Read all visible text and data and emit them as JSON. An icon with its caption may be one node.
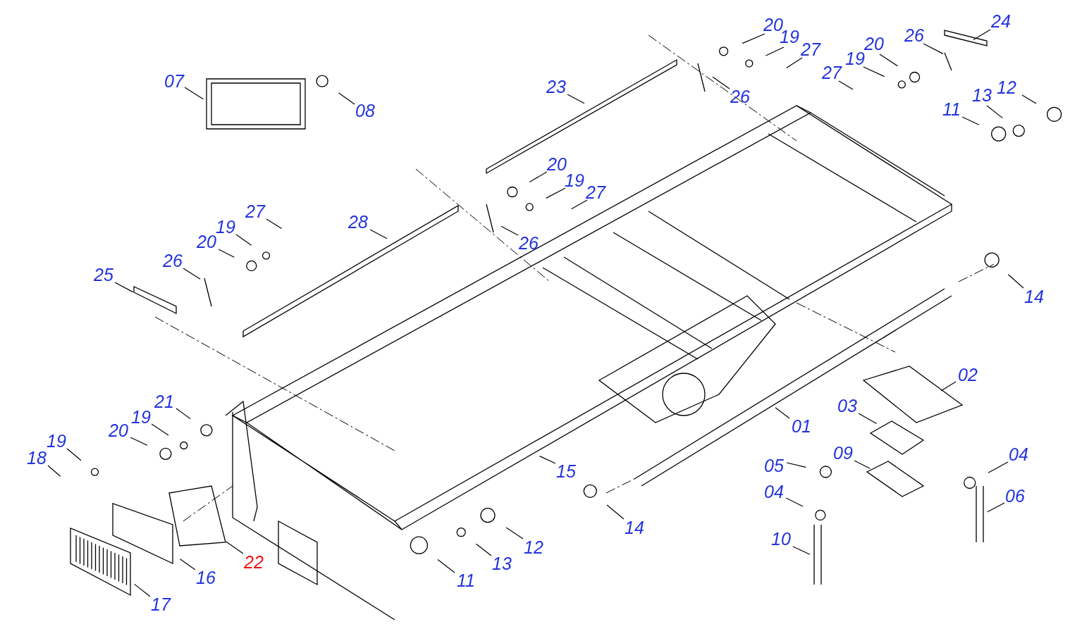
{
  "diagram": {
    "nodes": [
      {
        "text": [
          "20"
        ]
      },
      {
        "text": [
          "19"
        ]
      },
      {
        "text": [
          "27"
        ]
      },
      {
        "text": [
          "26"
        ]
      },
      {
        "text": [
          "20"
        ]
      },
      {
        "text": [
          "19"
        ]
      },
      {
        "text": [
          "27"
        ]
      },
      {
        "text": [
          "26"
        ]
      },
      {
        "text": [
          "24"
        ]
      },
      {
        "text": [
          "07"
        ]
      },
      {
        "text": [
          "08"
        ]
      },
      {
        "text": [
          "23"
        ]
      },
      {
        "text": [
          "11"
        ]
      },
      {
        "text": [
          "13"
        ]
      },
      {
        "text": [
          "12"
        ]
      },
      {
        "text": [
          "20"
        ]
      },
      {
        "text": [
          "19"
        ]
      },
      {
        "text": [
          "27"
        ]
      },
      {
        "text": [
          "26"
        ]
      },
      {
        "text": [
          "28"
        ]
      },
      {
        "text": [
          "27"
        ]
      },
      {
        "text": [
          "19"
        ]
      },
      {
        "text": [
          "20"
        ]
      },
      {
        "text": [
          "26"
        ]
      },
      {
        "text": [
          "25"
        ]
      },
      {
        "text": [
          "14"
        ]
      },
      {
        "text": [
          "02"
        ]
      },
      {
        "text": [
          "03"
        ]
      },
      {
        "text": [
          "01"
        ]
      },
      {
        "text": [
          "21"
        ]
      },
      {
        "text": [
          "19"
        ]
      },
      {
        "text": [
          "20"
        ]
      },
      {
        "text": [
          "19"
        ]
      },
      {
        "text": [
          "18"
        ]
      },
      {
        "text": [
          "09"
        ]
      },
      {
        "text": [
          "05"
        ]
      },
      {
        "text": [
          "04"
        ]
      },
      {
        "text": [
          "04"
        ]
      },
      {
        "text": [
          "06"
        ]
      },
      {
        "text": [
          "15"
        ]
      },
      {
        "text": [
          "14"
        ]
      },
      {
        "text": [
          "12"
        ]
      },
      {
        "text": [
          "13"
        ]
      },
      {
        "text": [
          "11"
        ]
      },
      {
        "text": [
          "10"
        ]
      },
      {
        "text": [
          "22"
        ]
      },
      {
        "text": [
          "16"
        ]
      },
      {
        "text": [
          "17"
        ]
      }
    ],
    "edges": [
      {
        "from": 0,
        "to": null,
        "arrow": "none"
      },
      {
        "from": 1,
        "to": null,
        "arrow": "none"
      },
      {
        "from": 2,
        "to": null,
        "arrow": "none"
      },
      {
        "from": 3,
        "to": null,
        "arrow": "none"
      },
      {
        "from": 4,
        "to": null,
        "arrow": "none"
      },
      {
        "from": 5,
        "to": null,
        "arrow": "none"
      },
      {
        "from": 6,
        "to": null,
        "arrow": "none"
      },
      {
        "from": 7,
        "to": null,
        "arrow": "none"
      },
      {
        "from": 8,
        "to": null,
        "arrow": "none"
      },
      {
        "from": 9,
        "to": null,
        "arrow": "none"
      },
      {
        "from": 10,
        "to": null,
        "arrow": "none"
      },
      {
        "from": 11,
        "to": null,
        "arrow": "none"
      },
      {
        "from": 12,
        "to": null,
        "arrow": "none"
      },
      {
        "from": 13,
        "to": null,
        "arrow": "none"
      },
      {
        "from": 14,
        "to": null,
        "arrow": "none"
      },
      {
        "from": 15,
        "to": null,
        "arrow": "none"
      },
      {
        "from": 16,
        "to": null,
        "arrow": "none"
      },
      {
        "from": 17,
        "to": null,
        "arrow": "none"
      },
      {
        "from": 18,
        "to": null,
        "arrow": "none"
      },
      {
        "from": 19,
        "to": null,
        "arrow": "none"
      },
      {
        "from": 20,
        "to": null,
        "arrow": "none"
      },
      {
        "from": 21,
        "to": null,
        "arrow": "none"
      },
      {
        "from": 22,
        "to": null,
        "arrow": "none"
      },
      {
        "from": 23,
        "to": null,
        "arrow": "none"
      },
      {
        "from": 24,
        "to": null,
        "arrow": "none"
      },
      {
        "from": 25,
        "to": null,
        "arrow": "none"
      },
      {
        "from": 26,
        "to": null,
        "arrow": "none"
      },
      {
        "from": 27,
        "to": null,
        "arrow": "none"
      },
      {
        "from": 28,
        "to": null,
        "arrow": "none"
      },
      {
        "from": 29,
        "to": null,
        "arrow": "none"
      },
      {
        "from": 30,
        "to": null,
        "arrow": "none"
      },
      {
        "from": 31,
        "to": null,
        "arrow": "none"
      },
      {
        "from": 32,
        "to": null,
        "arrow": "none"
      },
      {
        "from": 33,
        "to": null,
        "arrow": "none"
      },
      {
        "from": 34,
        "to": null,
        "arrow": "none"
      },
      {
        "from": 35,
        "to": null,
        "arrow": "none"
      },
      {
        "from": 36,
        "to": null,
        "arrow": "none"
      },
      {
        "from": 37,
        "to": null,
        "arrow": "none"
      },
      {
        "from": 38,
        "to": null,
        "arrow": "none"
      },
      {
        "from": 39,
        "to": null,
        "arrow": "none"
      },
      {
        "from": 40,
        "to": null,
        "arrow": "none"
      },
      {
        "from": 41,
        "to": null,
        "arrow": "none"
      },
      {
        "from": 42,
        "to": null,
        "arrow": "none"
      },
      {
        "from": 43,
        "to": null,
        "arrow": "none"
      },
      {
        "from": 44,
        "to": null,
        "arrow": "none"
      },
      {
        "from": 45,
        "to": null,
        "arrow": "none"
      },
      {
        "from": 46,
        "to": null,
        "arrow": "none"
      },
      {
        "from": 47,
        "to": null,
        "arrow": "none"
      }
    ]
  }
}
